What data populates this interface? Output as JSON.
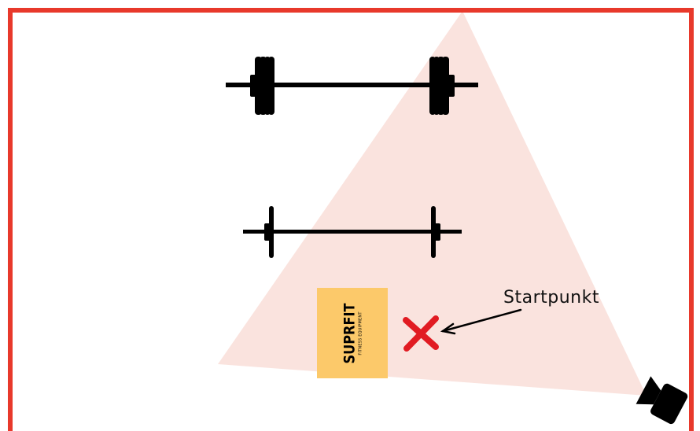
{
  "colors": {
    "frame": "#e8392b",
    "view_cone": "#f9dcd6",
    "equipment": "#000000",
    "brand_box": "#fcc96a",
    "marker": "#e11b22"
  },
  "brand": {
    "name": "SUPRFIT",
    "subtitle": "FITNESS EQUIPMENT"
  },
  "marker": {
    "label": "Startpunkt",
    "icon": "x-mark-icon"
  },
  "camera": {
    "icon": "video-camera-icon"
  },
  "equipment": [
    {
      "icon": "loaded-barbell-icon"
    },
    {
      "icon": "empty-barbell-icon"
    }
  ]
}
